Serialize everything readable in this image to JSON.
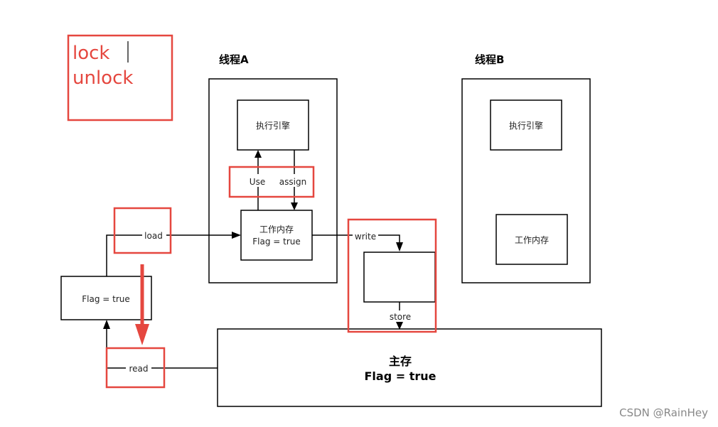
{
  "legend": {
    "line1": "lock",
    "line2": "unlock"
  },
  "thread_a": {
    "title": "线程A",
    "engine": "执行引擎",
    "working_memory": "工作内存",
    "working_memory_value": "Flag = true"
  },
  "thread_b": {
    "title": "线程B",
    "engine": "执行引擎",
    "working_memory": "工作内存"
  },
  "operations": {
    "use": "Use",
    "assign": "assign",
    "load": "load",
    "read": "read",
    "write": "write",
    "store": "store"
  },
  "left_copy": {
    "value": "Flag = true"
  },
  "main_memory": {
    "title": "主存",
    "value": "Flag = true"
  },
  "colors": {
    "highlight": "#e5473f",
    "stroke": "#000000"
  },
  "watermark": "CSDN @RainHey"
}
